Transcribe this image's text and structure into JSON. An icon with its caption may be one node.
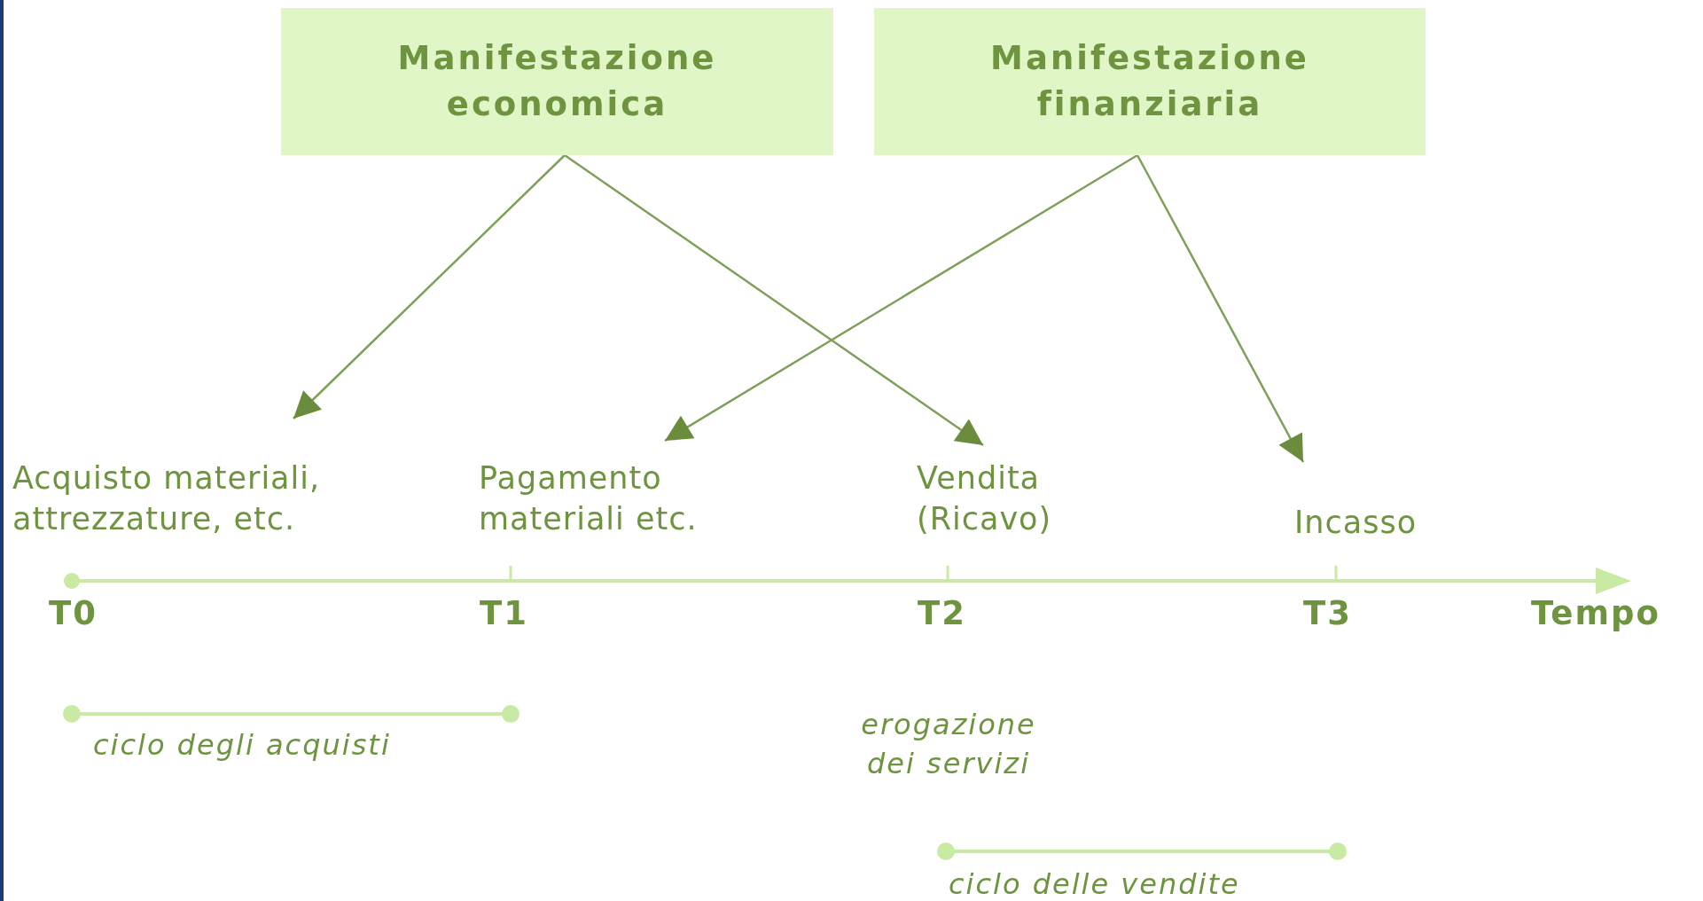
{
  "diagram": {
    "nodes": [
      {
        "text": [
          "Manifestazione economica"
        ]
      },
      {
        "text": [
          "Manifestazione finanziaria"
        ]
      },
      {
        "text": [
          "Acquisto materiali, attrezzature, etc."
        ]
      },
      {
        "text": [
          "Pagamento materiali etc."
        ]
      },
      {
        "text": [
          "Vendita (Ricavo)"
        ]
      },
      {
        "text": [
          "Incasso"
        ]
      }
    ],
    "edges": [
      {
        "from": 0,
        "to": 2,
        "arrow": "to"
      },
      {
        "from": 0,
        "to": 4,
        "arrow": "to"
      },
      {
        "from": 1,
        "to": 3,
        "arrow": "to"
      },
      {
        "from": 1,
        "to": 5,
        "arrow": "to"
      }
    ],
    "labels": [
      "T0",
      "T1",
      "T2",
      "T3",
      "Tempo",
      "ciclo degli acquisti",
      "erogazione dei servizi",
      "ciclo delle vendite"
    ]
  }
}
